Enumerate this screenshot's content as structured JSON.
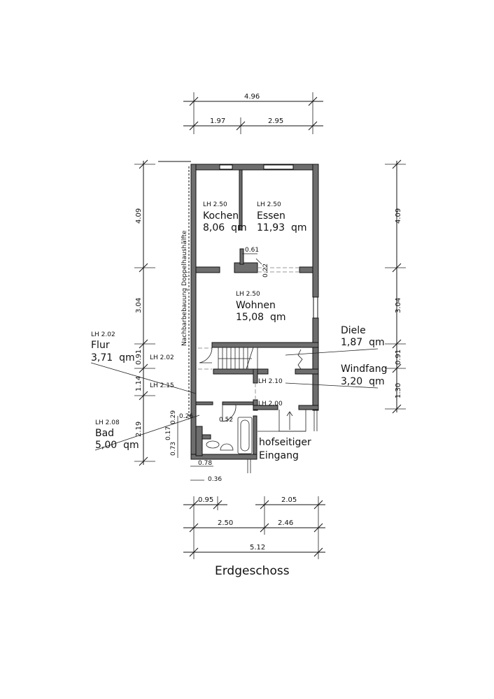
{
  "title": "Erdgeschoss",
  "neighbor_label": "Nachbarbebauung Doppelhaushälfte",
  "dimensions": {
    "top_total": "4.96",
    "top_parts": [
      "1.97",
      "2.95"
    ],
    "left": [
      "4.09",
      "3.04",
      "0.91",
      "1.14",
      "2.19"
    ],
    "right": [
      "4.09",
      "3.04",
      "0.91",
      "1.30"
    ],
    "bottom_row1": [
      "0.95",
      "2.05"
    ],
    "bottom_row2": [
      "2.50",
      "2.46"
    ],
    "bottom_total": "5.12",
    "detail": {
      "d061": "0.61",
      "d022": "0.22",
      "d026": "0.26",
      "d052": "0.52",
      "d029": "0.29",
      "d017": "0.17",
      "d073": "0.73",
      "d078": "0.78",
      "d036": "0.36"
    }
  },
  "rooms": {
    "kochen": {
      "lh": "LH 2.50",
      "name": "Kochen",
      "area": "8,06  qm"
    },
    "essen": {
      "lh": "LH 2.50",
      "name": "Essen",
      "area": "11,93  qm"
    },
    "wohnen": {
      "lh": "LH 2.50",
      "name": "Wohnen",
      "area": "15,08  qm"
    },
    "diele": {
      "name": "Diele",
      "area": "1,87  qm"
    },
    "windfang": {
      "name": "Windfang",
      "area": "3,20  qm"
    },
    "flur": {
      "lh": "LH 2.02",
      "name": "Flur",
      "area": "3,71  qm"
    },
    "bad": {
      "lh": "LH 2.08",
      "name": "Bad",
      "area": "5,00  qm"
    }
  },
  "heights": {
    "lh202": "LH 2.02",
    "lh215": "LH 2.15",
    "lh210": "LH 2.10",
    "lh200": "LH 2.00"
  },
  "entrance": {
    "line1": "hofseitiger",
    "line2": "Eingang"
  }
}
